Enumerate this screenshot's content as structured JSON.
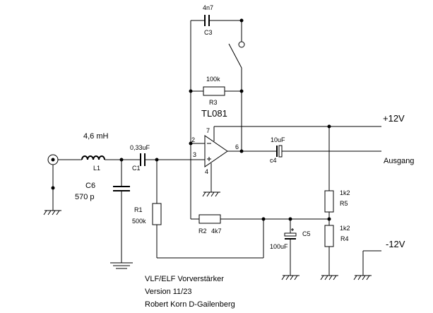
{
  "components": {
    "c3": {
      "value": "4n7",
      "ref": "C3"
    },
    "r3": {
      "value": "100k",
      "ref": "R3"
    },
    "l1": {
      "value": "4,6 mH",
      "ref": "L1"
    },
    "c1": {
      "value": "0,33uF",
      "ref": "C1"
    },
    "c6": {
      "ref": "C6",
      "value": "570 p"
    },
    "r1": {
      "ref": "R1",
      "value": "500k"
    },
    "r2": {
      "ref": "R2",
      "value": "4k7"
    },
    "c4": {
      "value": "10uF",
      "ref": "c4"
    },
    "r5": {
      "value": "1k2",
      "ref": "R5"
    },
    "r4": {
      "value": "1k2",
      "ref": "R4"
    },
    "c5": {
      "ref": "C5",
      "value": "100uF"
    },
    "opamp": {
      "name": "TL081",
      "pins": {
        "p2": "2",
        "p3": "3",
        "p4": "4",
        "p6": "6",
        "p7": "7"
      }
    }
  },
  "nets": {
    "vplus": "+12V",
    "vminus": "-12V",
    "output": "Ausgang"
  },
  "title_block": {
    "line1": "VLF/ELF Vorverstärker",
    "line2": "Version  11/23",
    "line3": "Robert Korn  D-Gailenberg"
  }
}
